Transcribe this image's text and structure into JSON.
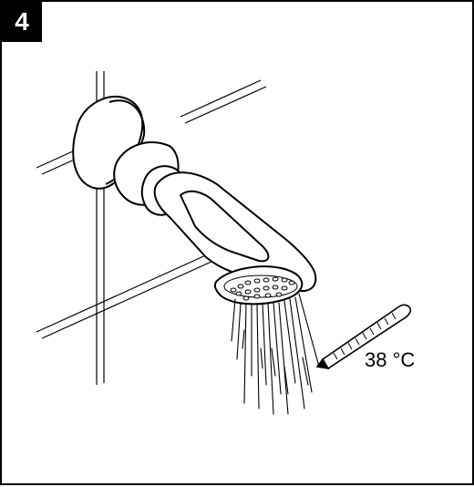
{
  "figure": {
    "step_number": "4",
    "temperature_label": "38 °C"
  },
  "icons": {
    "shower_head": "shower-head-icon",
    "thermometer": "thermometer-icon",
    "water_spray": "water-spray-icon",
    "wall_tiles": "wall-tile-lines"
  }
}
